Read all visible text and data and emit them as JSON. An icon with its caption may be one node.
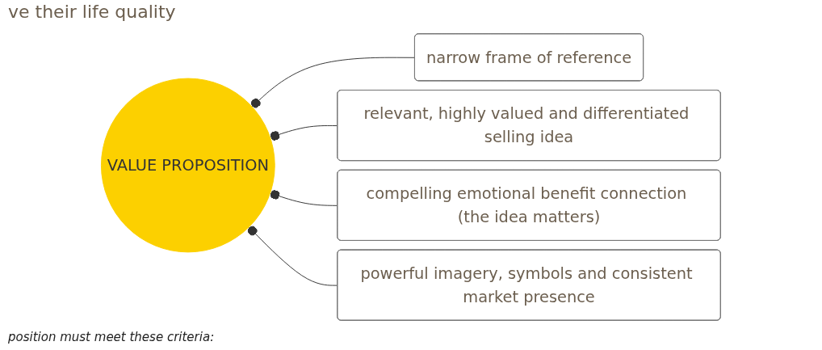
{
  "diagram": {
    "nodes": [
      {
        "text": [
          "VALUE PROPOSITION"
        ]
      },
      {
        "text": [
          "narrow frame of reference"
        ]
      },
      {
        "text": [
          "relevant, highly valued and differentiated selling idea"
        ]
      },
      {
        "text": [
          "compelling emotional benefit connection (the idea matters)"
        ]
      },
      {
        "text": [
          "powerful imagery, symbols and consistent market presence"
        ]
      }
    ],
    "edges": [
      {
        "from": 1,
        "to": 0,
        "arrow": "other"
      },
      {
        "from": 2,
        "to": 0,
        "arrow": "other"
      },
      {
        "from": 3,
        "to": 0,
        "arrow": "other"
      },
      {
        "from": 4,
        "to": 0,
        "arrow": "other"
      }
    ],
    "labels": [
      "ve their life quality",
      "position must meet these criteria:"
    ]
  }
}
